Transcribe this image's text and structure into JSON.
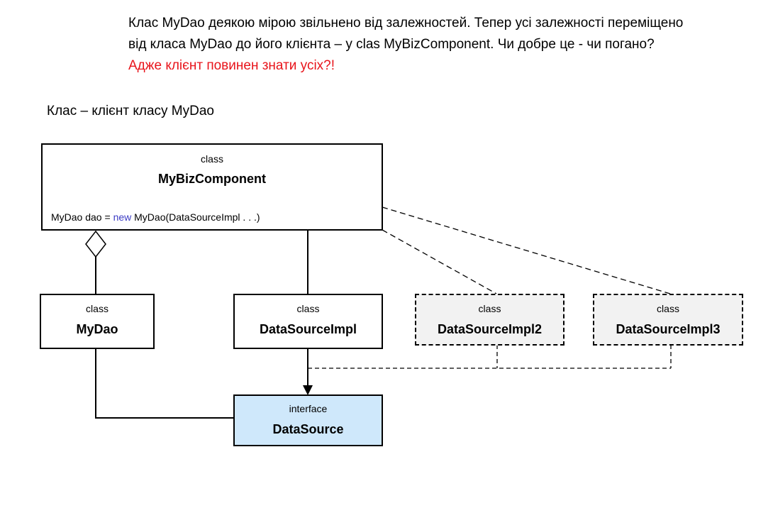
{
  "intro": {
    "line1": "Клас MyDao деякою мірою звільнено від залежностей. Тепер усі залежності переміщено",
    "line2": "від класа MyDao до його клієнта – у clas MyBizComponent.  Чи добре це - чи погано?",
    "line3": "Адже клієнт повинен знати усіх?!"
  },
  "caption": "Клас – клієнт класу MyDao",
  "colors": {
    "highlight_text": "#e8141b",
    "interface_fill": "#cfe8fb",
    "optional_fill": "#f2f2f2",
    "keyword": "#3b3bc4"
  },
  "nodes": {
    "biz": {
      "stereotype": "class",
      "name": "MyBizComponent",
      "code_prefix": "MyDao dao = ",
      "code_keyword": "new",
      "code_suffix": " MyDao(DataSourceImpl  . . .)"
    },
    "mydao": {
      "stereotype": "class",
      "name": "MyDao"
    },
    "impl": {
      "stereotype": "class",
      "name": "DataSourceImpl"
    },
    "impl2": {
      "stereotype": "class",
      "name": "DataSourceImpl2"
    },
    "impl3": {
      "stereotype": "class",
      "name": "DataSourceImpl3"
    },
    "ds": {
      "stereotype": "interface",
      "name": "DataSource"
    }
  }
}
